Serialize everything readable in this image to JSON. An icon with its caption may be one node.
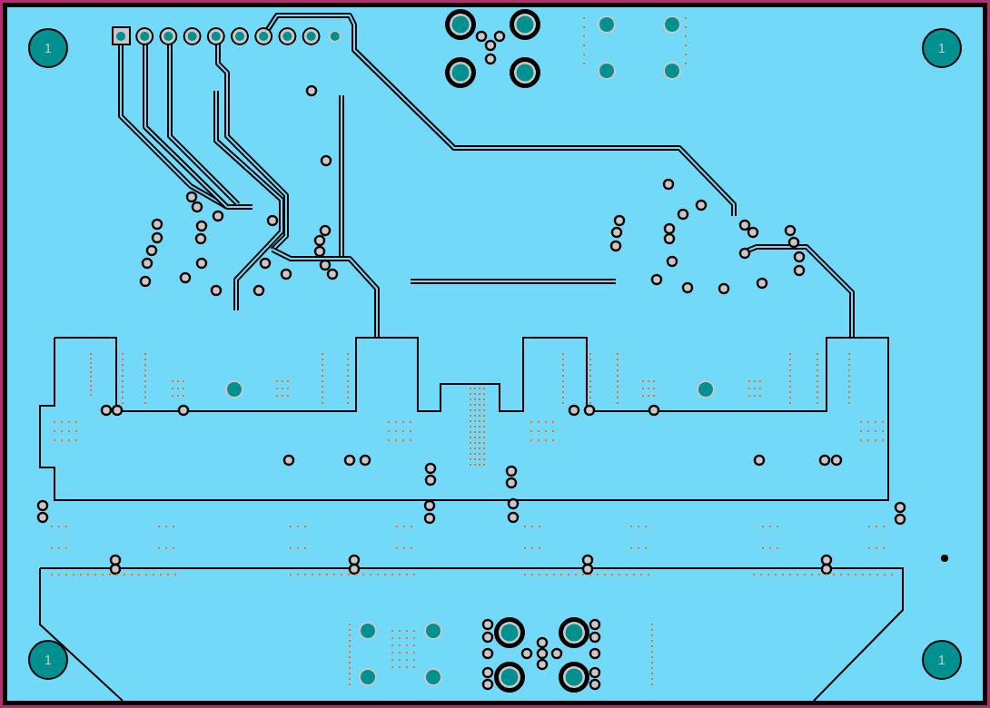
{
  "diagram": {
    "labels": [
      "1",
      "1",
      "1",
      "1"
    ]
  }
}
